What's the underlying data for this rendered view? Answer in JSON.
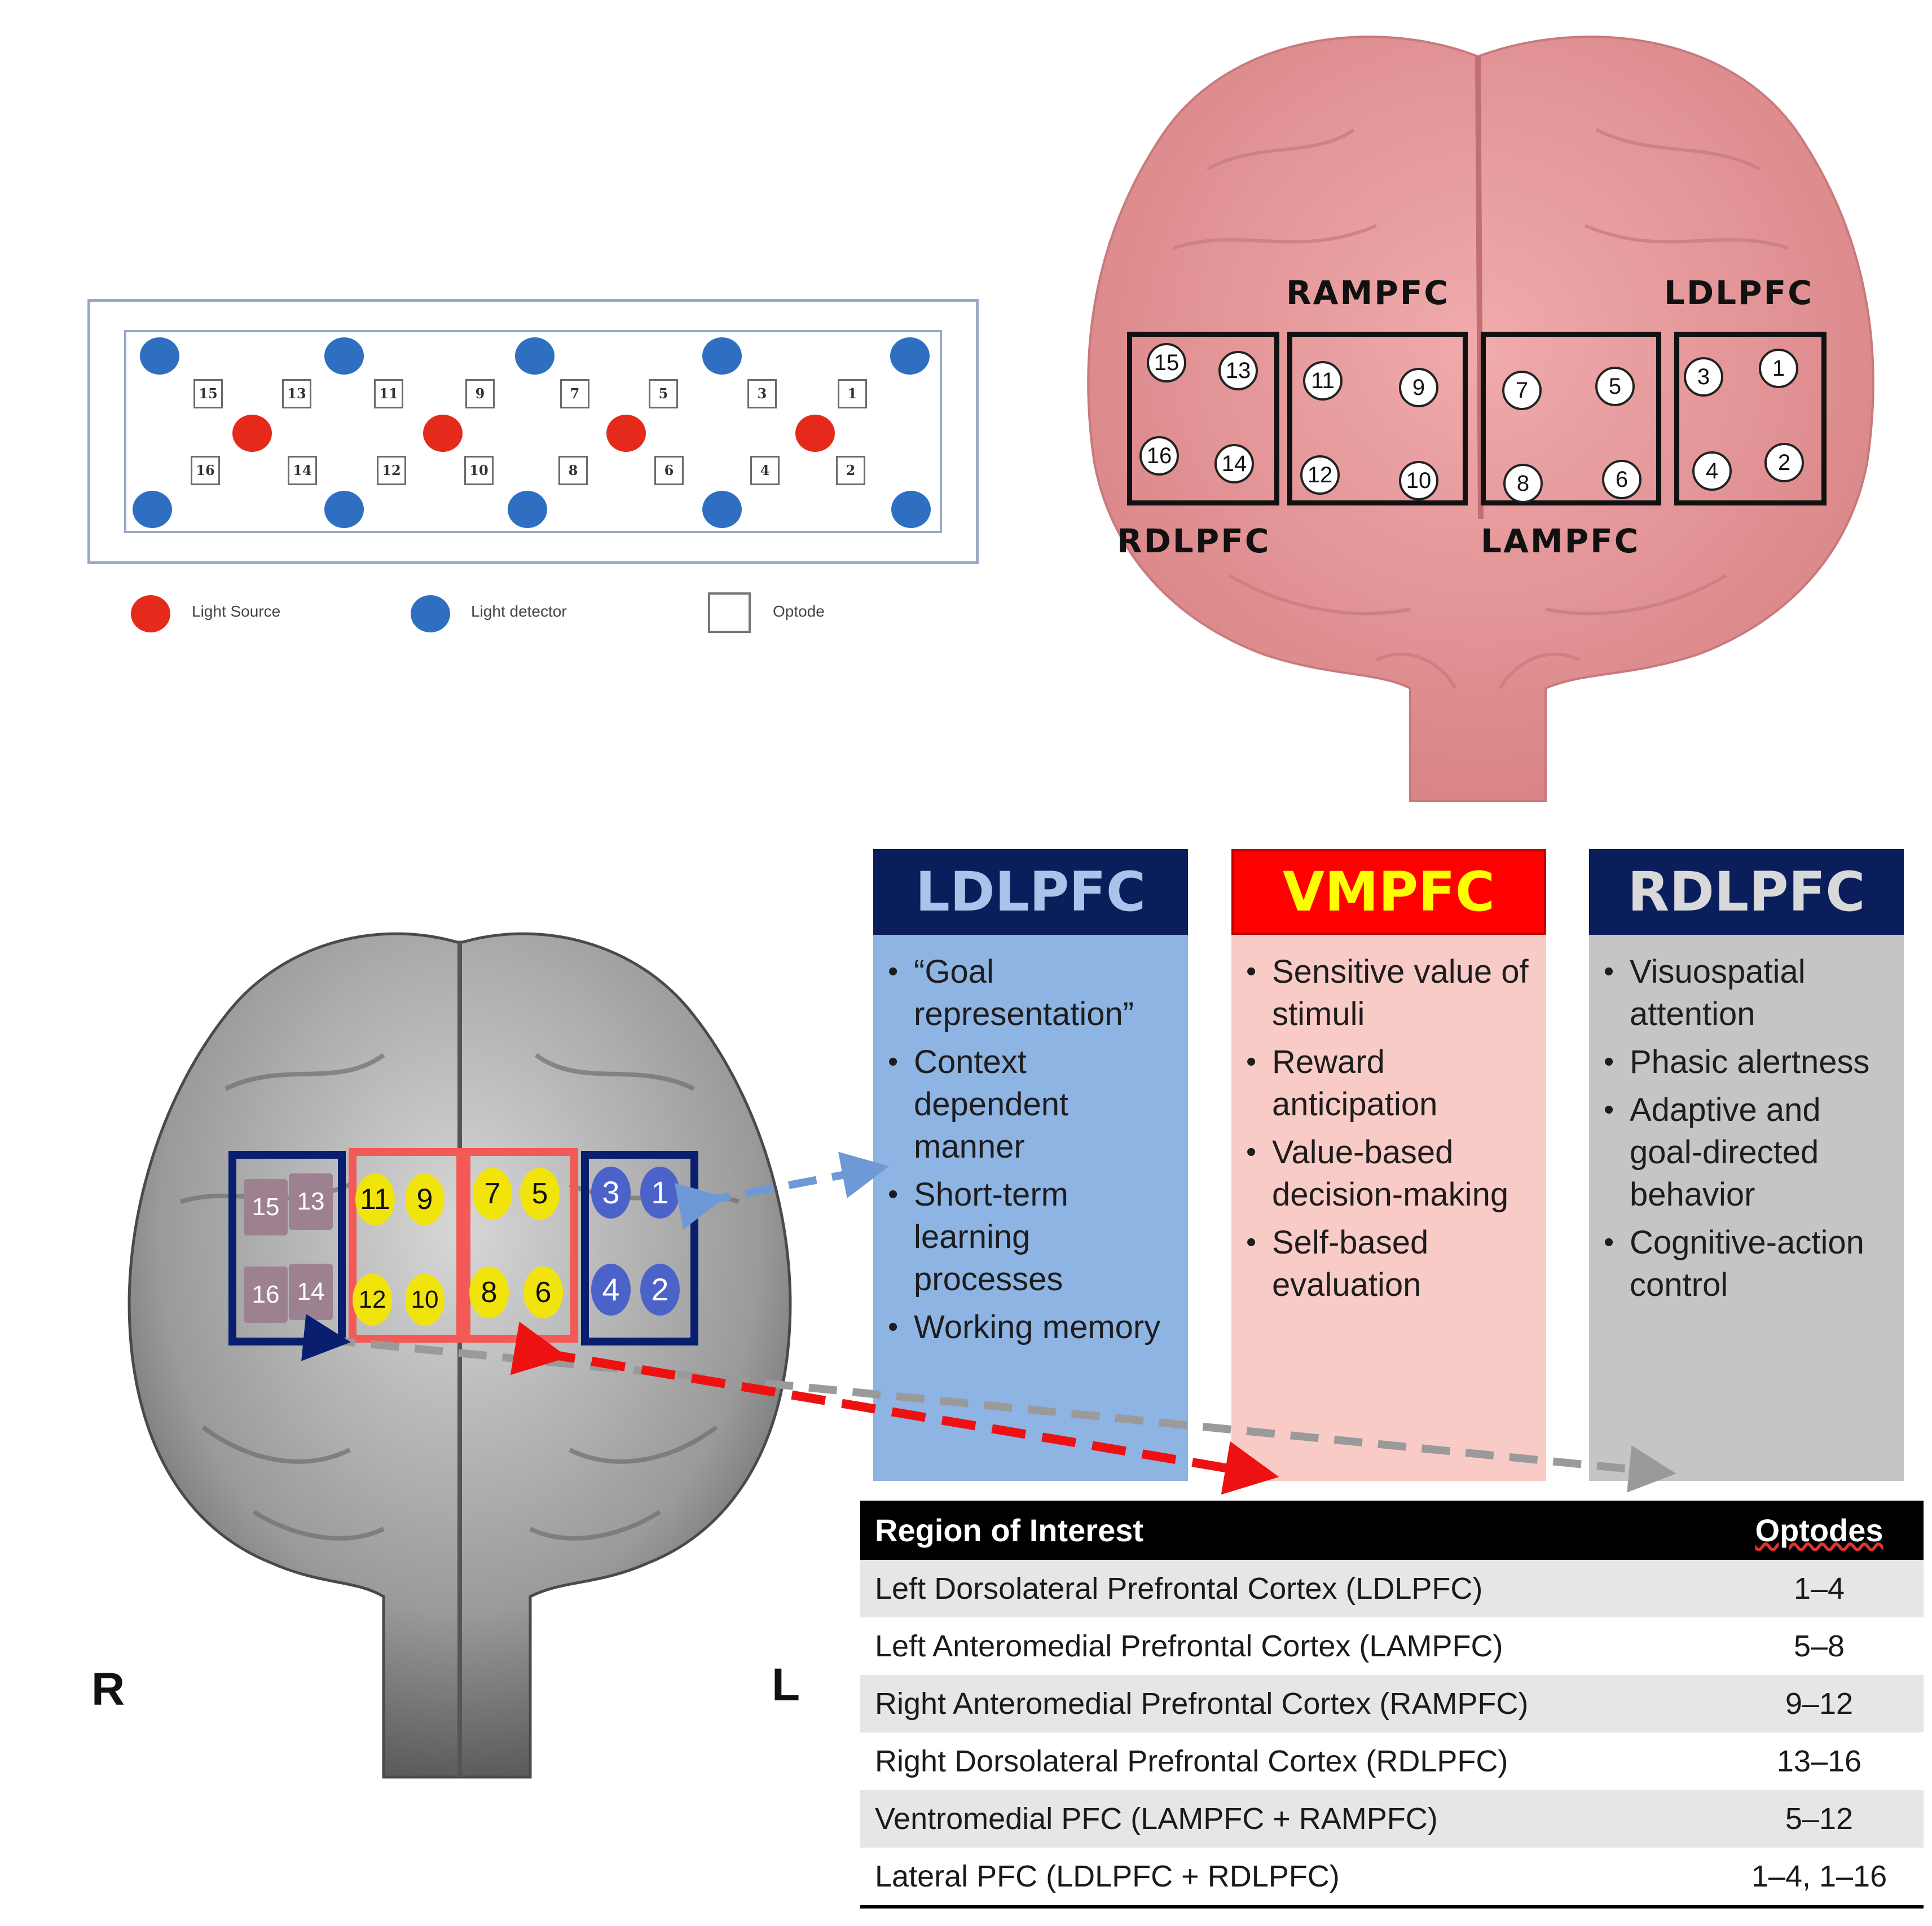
{
  "probe_layout": {
    "optodes_top": [
      "15",
      "13",
      "11",
      "9",
      "7",
      "5",
      "3",
      "1"
    ],
    "optodes_bottom": [
      "16",
      "14",
      "12",
      "10",
      "8",
      "6",
      "4",
      "2"
    ],
    "legend": {
      "light_source": "Light Source",
      "light_detector": "Light detector",
      "optode": "Optode"
    },
    "colors": {
      "source": "#e52a1c",
      "detector": "#2f6fc2"
    }
  },
  "top_brain": {
    "labels": {
      "rampfc": "RAMPFC",
      "ldlpfc": "LDLPFC",
      "rdlpfc": "RDLPFC",
      "lampfc": "LAMPFC"
    },
    "box1": [
      "15",
      "13",
      "16",
      "14"
    ],
    "box2": [
      "11",
      "9",
      "12",
      "10"
    ],
    "box3": [
      "7",
      "5",
      "8",
      "6"
    ],
    "box4": [
      "3",
      "1",
      "4",
      "2"
    ],
    "brain_color": "#e89a9c"
  },
  "bottom_brain": {
    "side_right": "R",
    "side_left": "L",
    "rdlpfc": [
      "15",
      "13",
      "16",
      "14"
    ],
    "rampfc": [
      "11",
      "9",
      "12",
      "10"
    ],
    "lampfc": [
      "7",
      "5",
      "8",
      "6"
    ],
    "ldlpfc": [
      "3",
      "1",
      "4",
      "2"
    ]
  },
  "columns": [
    {
      "title": "LDLPFC",
      "head_bg": "#0a1e5c",
      "head_fg": "#a9c4ea",
      "body_bg": "#8eb4e3",
      "items": [
        "“Goal representation”",
        "Context dependent manner",
        "Short-term learning processes",
        "Working memory"
      ]
    },
    {
      "title": "VMPFC",
      "head_bg": "#ff0000",
      "head_fg": "#ffff00",
      "body_bg": "#f9cbc7",
      "items": [
        "Sensitive value of stimuli",
        "Reward anticipation",
        "Value-based decision-making",
        "Self-based evaluation"
      ]
    },
    {
      "title": "RDLPFC",
      "head_bg": "#0a1e5c",
      "head_fg": "#d9d9d9",
      "body_bg": "#c5c5c5",
      "items": [
        "Visuospatial attention",
        "Phasic alertness",
        "Adaptive and goal-directed behavior",
        "Cognitive-action control"
      ]
    }
  ],
  "table": {
    "header": {
      "region": "Region of Interest",
      "optodes": "Optodes"
    },
    "rows": [
      {
        "region": "Left Dorsolateral Prefrontal Cortex (LDLPFC)",
        "optodes": "1–4"
      },
      {
        "region": "Left Anteromedial Prefrontal Cortex (LAMPFC)",
        "optodes": "5–8"
      },
      {
        "region": "Right Anteromedial Prefrontal Cortex (RAMPFC)",
        "optodes": "9–12"
      },
      {
        "region": "Right Dorsolateral Prefrontal Cortex (RDLPFC)",
        "optodes": "13–16"
      },
      {
        "region": "Ventromedial PFC (LAMPFC + RAMPFC)",
        "optodes": "5–12"
      },
      {
        "region": "Lateral PFC (LDLPFC + RDLPFC)",
        "optodes": "1–4, 1–16"
      }
    ]
  }
}
